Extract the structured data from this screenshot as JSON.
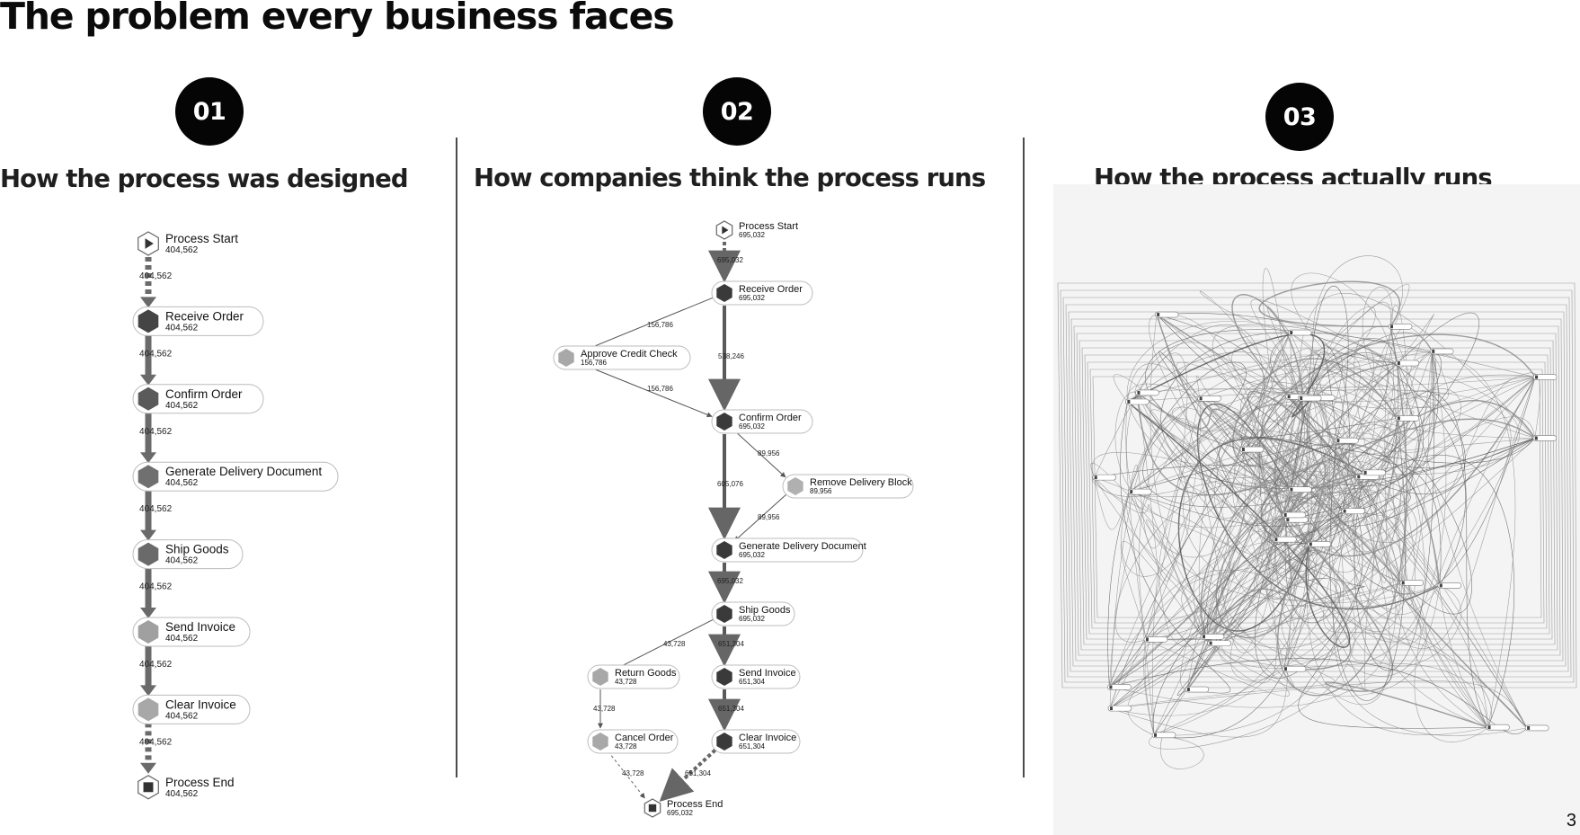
{
  "title": "The problem every business faces",
  "page_number": "3",
  "panels": [
    {
      "badge": "01",
      "heading": "How the process was designed"
    },
    {
      "badge": "02",
      "heading": "How companies  think the process runs"
    },
    {
      "badge": "03",
      "heading": "How the process actually runs"
    }
  ],
  "designed_process": {
    "nodes": [
      {
        "label": "Process Start",
        "count": "404,562",
        "type": "start"
      },
      {
        "label": "Receive Order",
        "count": "404,562",
        "type": "activity",
        "shade": "#454545"
      },
      {
        "label": "Confirm Order",
        "count": "404,562",
        "type": "activity",
        "shade": "#5a5a5a"
      },
      {
        "label": "Generate Delivery Document",
        "count": "404,562",
        "type": "activity",
        "shade": "#707070"
      },
      {
        "label": "Ship Goods",
        "count": "404,562",
        "type": "activity",
        "shade": "#6a6a6a"
      },
      {
        "label": "Send Invoice",
        "count": "404,562",
        "type": "activity",
        "shade": "#a0a0a0"
      },
      {
        "label": "Clear Invoice",
        "count": "404,562",
        "type": "activity",
        "shade": "#a8a8a8"
      },
      {
        "label": "Process End",
        "count": "404,562",
        "type": "end"
      }
    ],
    "edges": [
      {
        "label": "404,562",
        "style": "dashed"
      },
      {
        "label": "404,562",
        "style": "solid"
      },
      {
        "label": "404,562",
        "style": "solid"
      },
      {
        "label": "404,562",
        "style": "solid"
      },
      {
        "label": "404,562",
        "style": "solid"
      },
      {
        "label": "404,562",
        "style": "solid"
      },
      {
        "label": "404,562",
        "style": "dashed"
      }
    ]
  },
  "perceived_process": {
    "nodes": [
      {
        "id": "start",
        "label": "Process Start",
        "count": "695,032",
        "type": "start"
      },
      {
        "id": "receive",
        "label": "Receive Order",
        "count": "695,032",
        "type": "activity",
        "shade": "#3a3a3a"
      },
      {
        "id": "credit",
        "label": "Approve Credit Check",
        "count": "156,786",
        "type": "activity",
        "shade": "#a8a8a8"
      },
      {
        "id": "confirm",
        "label": "Confirm Order",
        "count": "695,032",
        "type": "activity",
        "shade": "#3a3a3a"
      },
      {
        "id": "block",
        "label": "Remove Delivery Block",
        "count": "89,956",
        "type": "activity",
        "shade": "#b0b0b0"
      },
      {
        "id": "gen",
        "label": "Generate Delivery Document",
        "count": "695,032",
        "type": "activity",
        "shade": "#3a3a3a"
      },
      {
        "id": "ship",
        "label": "Ship Goods",
        "count": "695,032",
        "type": "activity",
        "shade": "#3a3a3a"
      },
      {
        "id": "return",
        "label": "Return Goods",
        "count": "43,728",
        "type": "activity",
        "shade": "#a8a8a8"
      },
      {
        "id": "send",
        "label": "Send Invoice",
        "count": "651,304",
        "type": "activity",
        "shade": "#3a3a3a"
      },
      {
        "id": "cancel",
        "label": "Cancel Order",
        "count": "43,728",
        "type": "activity",
        "shade": "#a8a8a8"
      },
      {
        "id": "clear",
        "label": "Clear Invoice",
        "count": "651,304",
        "type": "activity",
        "shade": "#3a3a3a"
      },
      {
        "id": "end",
        "label": "Process End",
        "count": "695,032",
        "type": "end"
      }
    ],
    "edges": [
      {
        "from": "start",
        "to": "receive",
        "label": "695,032",
        "style": "dashed-thick"
      },
      {
        "from": "receive",
        "to": "credit",
        "label": "156,786",
        "style": "thin"
      },
      {
        "from": "receive",
        "to": "confirm",
        "label": "538,246",
        "style": "thick"
      },
      {
        "from": "credit",
        "to": "confirm",
        "label": "156,786",
        "style": "thin"
      },
      {
        "from": "confirm",
        "to": "block",
        "label": "89,956",
        "style": "thin"
      },
      {
        "from": "confirm",
        "to": "gen",
        "label": "605,076",
        "style": "thick"
      },
      {
        "from": "block",
        "to": "gen",
        "label": "89,956",
        "style": "thin"
      },
      {
        "from": "gen",
        "to": "ship",
        "label": "695,032",
        "style": "thick"
      },
      {
        "from": "ship",
        "to": "return",
        "label": "43,728",
        "style": "thin"
      },
      {
        "from": "ship",
        "to": "send",
        "label": "651,304",
        "style": "thick"
      },
      {
        "from": "return",
        "to": "cancel",
        "label": "43,728",
        "style": "thin"
      },
      {
        "from": "send",
        "to": "clear",
        "label": "651,304",
        "style": "thick"
      },
      {
        "from": "cancel",
        "to": "end",
        "label": "43,728",
        "style": "dashed-thin"
      },
      {
        "from": "clear",
        "to": "end",
        "label": "651,304",
        "style": "dashed-thick"
      }
    ]
  },
  "actual_process": {
    "description_icon": "spaghetti-process-map"
  }
}
